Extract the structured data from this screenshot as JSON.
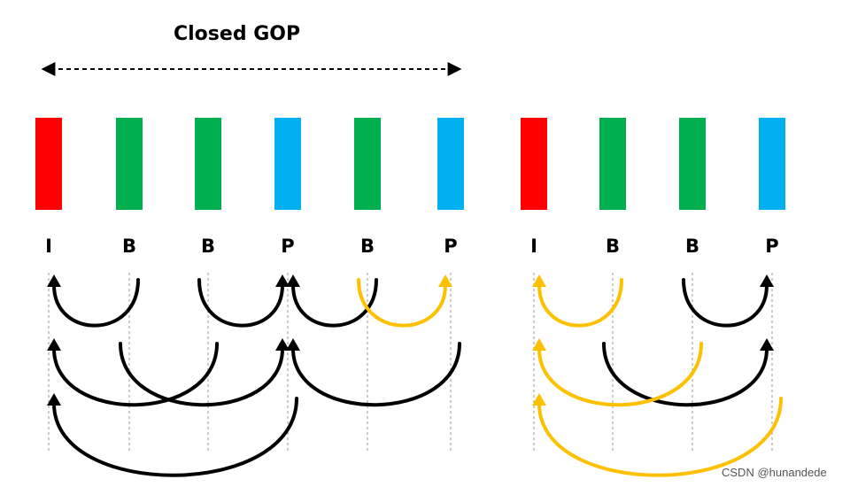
{
  "title": "Closed GOP",
  "colors": {
    "I": "#ff0000",
    "B": "#00b050",
    "P": "#00b0f0",
    "arrow_default": "#000000",
    "arrow_highlight": "#ffc000"
  },
  "frames": [
    {
      "type": "I",
      "label": "I"
    },
    {
      "type": "B",
      "label": "B"
    },
    {
      "type": "B",
      "label": "B"
    },
    {
      "type": "P",
      "label": "P"
    },
    {
      "type": "B",
      "label": "B"
    },
    {
      "type": "P",
      "label": "P"
    },
    {
      "type": "I",
      "label": "I"
    },
    {
      "type": "B",
      "label": "B"
    },
    {
      "type": "B",
      "label": "B"
    },
    {
      "type": "P",
      "label": "P"
    }
  ],
  "references": [
    {
      "from": 1,
      "to": 0,
      "color": "arrow_default"
    },
    {
      "from": 1,
      "to": 3,
      "color": "arrow_default"
    },
    {
      "from": 2,
      "to": 0,
      "color": "arrow_default"
    },
    {
      "from": 2,
      "to": 3,
      "color": "arrow_default"
    },
    {
      "from": 3,
      "to": 0,
      "color": "arrow_default"
    },
    {
      "from": 4,
      "to": 3,
      "color": "arrow_default"
    },
    {
      "from": 4,
      "to": 5,
      "color": "arrow_highlight"
    },
    {
      "from": 5,
      "to": 3,
      "color": "arrow_default"
    },
    {
      "from": 7,
      "to": 6,
      "color": "arrow_highlight"
    },
    {
      "from": 7,
      "to": 9,
      "color": "arrow_default"
    },
    {
      "from": 8,
      "to": 6,
      "color": "arrow_highlight"
    },
    {
      "from": 8,
      "to": 9,
      "color": "arrow_default"
    },
    {
      "from": 9,
      "to": 6,
      "color": "arrow_highlight"
    }
  ],
  "watermark": "CSDN @hunandede"
}
